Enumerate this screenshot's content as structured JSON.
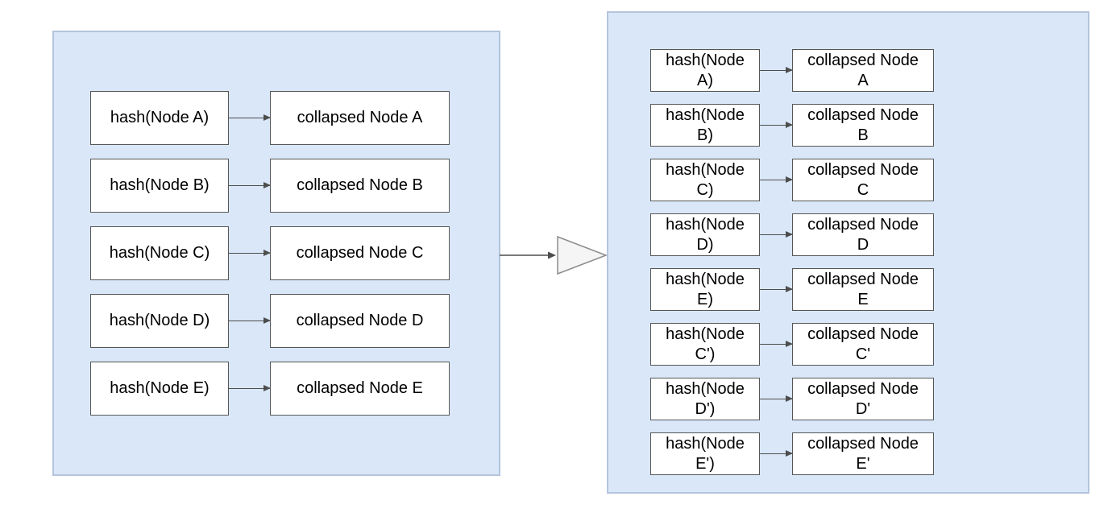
{
  "diagram": {
    "description": "hash to collapsed node mapping transformation",
    "colors": {
      "panel_fill": "#d9e7f8",
      "panel_border": "#b3c4dc",
      "box_fill": "#ffffff",
      "box_border": "#565656",
      "arrow": "#4d4d4d",
      "triangle_fill": "#f5f5f5",
      "triangle_border": "#8c8c8c"
    },
    "icons": {
      "row_arrow": "small-right-arrow",
      "transform_arrow": "large-open-right-triangle-arrow"
    },
    "left_panel": {
      "rows": [
        {
          "hash": "hash(Node A)",
          "collapsed": "collapsed Node A"
        },
        {
          "hash": "hash(Node B)",
          "collapsed": "collapsed Node B"
        },
        {
          "hash": "hash(Node C)",
          "collapsed": "collapsed Node C"
        },
        {
          "hash": "hash(Node D)",
          "collapsed": "collapsed Node D"
        },
        {
          "hash": "hash(Node E)",
          "collapsed": "collapsed Node E"
        }
      ]
    },
    "right_panel": {
      "rows": [
        {
          "hash_line1": "hash(Node",
          "hash_line2": "A)",
          "collapsed_line1": "collapsed Node",
          "collapsed_line2": "A"
        },
        {
          "hash_line1": "hash(Node",
          "hash_line2": "B)",
          "collapsed_line1": "collapsed Node",
          "collapsed_line2": "B"
        },
        {
          "hash_line1": "hash(Node",
          "hash_line2": "C)",
          "collapsed_line1": "collapsed Node",
          "collapsed_line2": "C"
        },
        {
          "hash_line1": "hash(Node",
          "hash_line2": "D)",
          "collapsed_line1": "collapsed Node",
          "collapsed_line2": "D"
        },
        {
          "hash_line1": "hash(Node",
          "hash_line2": "E)",
          "collapsed_line1": "collapsed Node",
          "collapsed_line2": "E"
        },
        {
          "hash_line1": "hash(Node",
          "hash_line2": "C')",
          "collapsed_line1": "collapsed Node",
          "collapsed_line2": "C'"
        },
        {
          "hash_line1": "hash(Node",
          "hash_line2": "D')",
          "collapsed_line1": "collapsed Node",
          "collapsed_line2": "D'"
        },
        {
          "hash_line1": "hash(Node",
          "hash_line2": "E')",
          "collapsed_line1": "collapsed Node",
          "collapsed_line2": "E'"
        }
      ]
    }
  }
}
